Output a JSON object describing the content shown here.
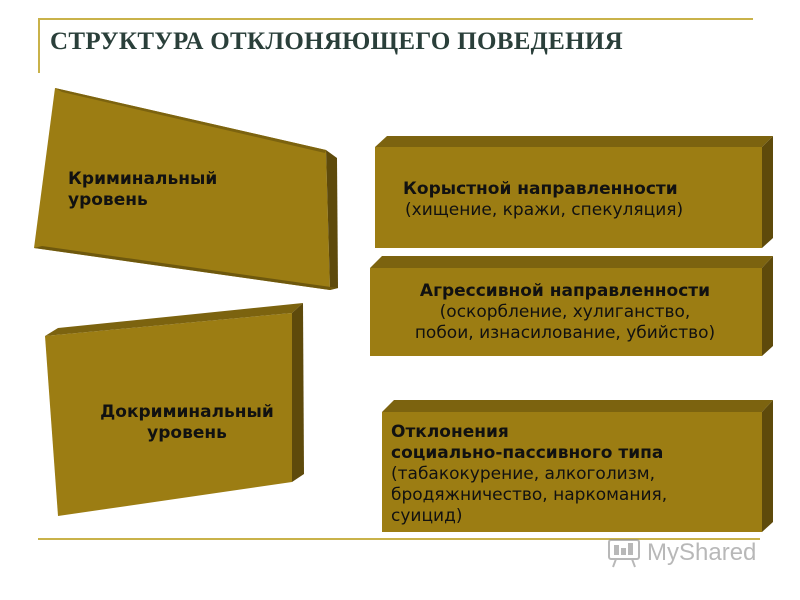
{
  "title": "СТРУКТУРА ОТКЛОНЯЮЩЕГО ПОВЕДЕНИЯ",
  "levels": {
    "criminal": {
      "line1": "Криминальный",
      "line2": "уровень"
    },
    "precriminal": {
      "line1": "Докриминальный",
      "line2": "уровень"
    }
  },
  "categories": [
    {
      "heading": "Корыстной направленности",
      "details": [
        "(хищение, кражи, спекуляция)"
      ]
    },
    {
      "heading": "Агрессивной направленности",
      "details": [
        "(оскорбление, хулиганство,",
        "побои, изнасилование, убийство)"
      ]
    },
    {
      "heading_lines": [
        "Отклонения",
        "социально-пассивного типа"
      ],
      "details": [
        "(табакокурение, алкоголизм,",
        "бродяжничество, наркомания,",
        "суицид)"
      ]
    }
  ],
  "watermark": {
    "text": "MyShared",
    "icon": "presentation-board-icon"
  },
  "colors": {
    "block_front": "#9c7d13",
    "block_top": "#7c630f",
    "block_side": "#5e4a0b",
    "accent_line": "#c9b24a",
    "title": "#2a3f3a"
  }
}
